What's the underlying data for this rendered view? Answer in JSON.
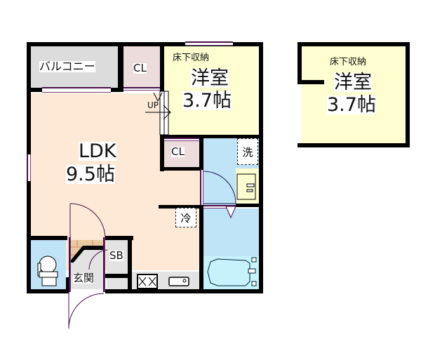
{
  "plan": {
    "floor1": {
      "balcony": {
        "label": "バルコニー"
      },
      "closet_top": {
        "label": "CL"
      },
      "western_room": {
        "sub_label": "床下収納",
        "name": "洋室",
        "size": "3.7帖"
      },
      "ldk": {
        "name": "LDK",
        "size": "9.5帖"
      },
      "closet_mid": {
        "label": "CL"
      },
      "stairs": {
        "label": "UP"
      },
      "washer": {
        "label": "洗"
      },
      "fridge": {
        "label": "冷"
      },
      "shoe_box": {
        "label": "SB"
      },
      "entrance": {
        "label": "玄関"
      }
    },
    "floor2": {
      "western_room": {
        "sub_label": "床下収納",
        "name": "洋室",
        "size": "3.7帖"
      }
    }
  },
  "colors": {
    "ldk": "#fde9d6",
    "western_room": "#fefed0",
    "balcony": "#dcdcdc",
    "closet": "#ecdcdc",
    "wet_area": "#bfe3f7",
    "bath": "#c6f3fb",
    "entrance": "#e3e3e3",
    "stair_tile": "#e8c9a0",
    "wall": "#000000",
    "window_frame": "#4a0f4a"
  }
}
